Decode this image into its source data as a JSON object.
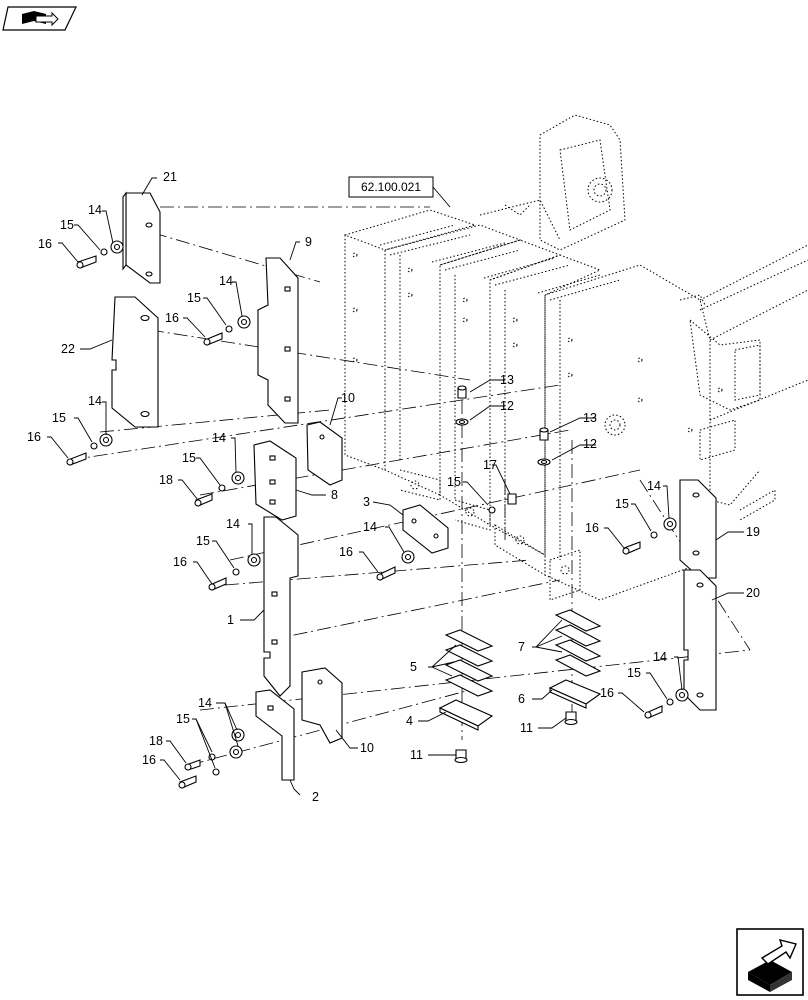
{
  "reference": {
    "label": "62.100.021"
  },
  "callouts": {
    "c1": "1",
    "c2": "2",
    "c3": "3",
    "c4": "4",
    "c5": "5",
    "c6": "6",
    "c7": "7",
    "c8": "8",
    "c9": "9",
    "c10a": "10",
    "c10b": "10",
    "c11a": "11",
    "c11b": "11",
    "c12a": "12",
    "c12b": "12",
    "c13a": "13",
    "c13b": "13",
    "c14a": "14",
    "c14b": "14",
    "c14c": "14",
    "c14d": "14",
    "c14e": "14",
    "c14f": "14",
    "c14g": "14",
    "c14h": "14",
    "c14i": "14",
    "c15a": "15",
    "c15b": "15",
    "c15c": "15",
    "c15d": "15",
    "c15e": "15",
    "c15f": "15",
    "c15g": "15",
    "c15h": "15",
    "c15i": "15",
    "c16a": "16",
    "c16b": "16",
    "c16c": "16",
    "c16d": "16",
    "c16e": "16",
    "c16f": "16",
    "c16g": "16",
    "c17": "17",
    "c18a": "18",
    "c18b": "18",
    "c19": "19",
    "c20": "20",
    "c21": "21",
    "c22": "22"
  },
  "icons": {
    "top_left": "book-arrow-icon",
    "bottom_right": "next-page-arrow-icon"
  }
}
